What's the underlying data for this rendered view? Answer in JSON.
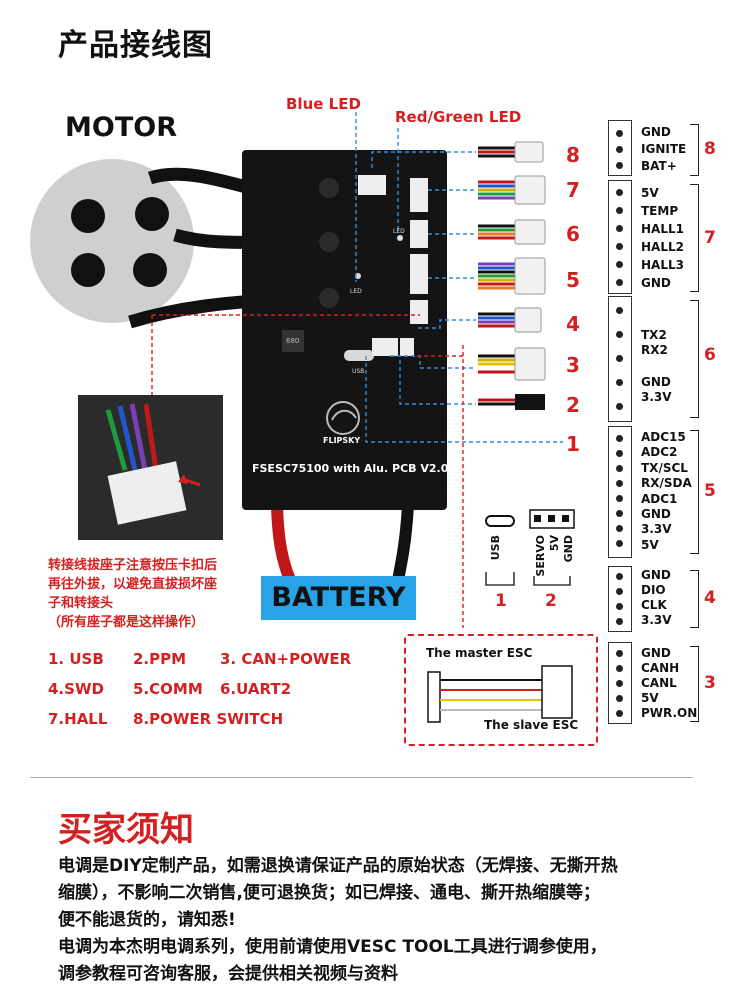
{
  "title": "产品接线图",
  "motor_label": "MOTOR",
  "blue_led": "Blue LED",
  "red_green_led": "Red/Green LED",
  "board": {
    "name": "FSESC75100 with Alu. PCB V2.0",
    "brand": "FLIPSKY",
    "led_mark": "LED",
    "led_mark2": "LED",
    "usb_mark": "USB",
    "inductor": "680"
  },
  "battery_label": "BATTERY",
  "callouts": [
    "8",
    "7",
    "6",
    "5",
    "4",
    "3",
    "2",
    "1"
  ],
  "warning": [
    "转接线拔座子注意按压卡扣后",
    "再往外拔，以避免直拔损坏座",
    "子和转接头",
    "（所有座子都是这样操作）"
  ],
  "legend": [
    "1. USB",
    "2.PPM",
    "3. CAN+POWER",
    "4.SWD",
    "5.COMM",
    "6.UART2",
    "7.HALL",
    "8.POWER SWITCH"
  ],
  "ports_small": {
    "usb_label": "USB",
    "usb_num": "1",
    "servo_labels": [
      "SERVO",
      "5V",
      "GND"
    ],
    "servo_num": "2"
  },
  "can_box": {
    "master": "The master ESC",
    "slave": "The slave ESC"
  },
  "pin_groups": [
    {
      "num": "8",
      "pins": [
        "GND",
        "IGNITE",
        "BAT+"
      ]
    },
    {
      "num": "7",
      "pins": [
        "5V",
        "TEMP",
        "HALL1",
        "HALL2",
        "HALL3",
        "GND"
      ]
    },
    {
      "num": "6",
      "pins": [
        "TX2",
        "RX2",
        "",
        "GND",
        "3.3V"
      ]
    },
    {
      "num": "5",
      "pins": [
        "ADC15",
        "ADC2",
        "TX/SCL",
        "RX/SDA",
        "ADC1",
        "GND",
        "3.3V",
        "5V"
      ]
    },
    {
      "num": "4",
      "pins": [
        "GND",
        "DIO",
        "CLK",
        "3.3V"
      ]
    },
    {
      "num": "3",
      "pins": [
        "GND",
        "CANH",
        "CANL",
        "5V",
        "PWR.ON"
      ]
    }
  ],
  "section2_title": "买家须知",
  "notes": [
    "电调是DIY定制产品，如需退换请保证产品的原始状态（无焊接、无撕开热",
    "缩膜），不影响二次销售,便可退换货；如已焊接、通电、撕开热缩膜等；",
    "便不能退货的，请知悉!",
    "电调为本杰明电调系列，使用前请使用VESC TOOL工具进行调参使用，",
    "调参教程可咨询客服，会提供相关视频与资料"
  ],
  "colors": {
    "accent_red": "#d42020",
    "battery_blue": "#29a3e8",
    "board": "#141414",
    "dash_blue": "#2e8fe0"
  }
}
